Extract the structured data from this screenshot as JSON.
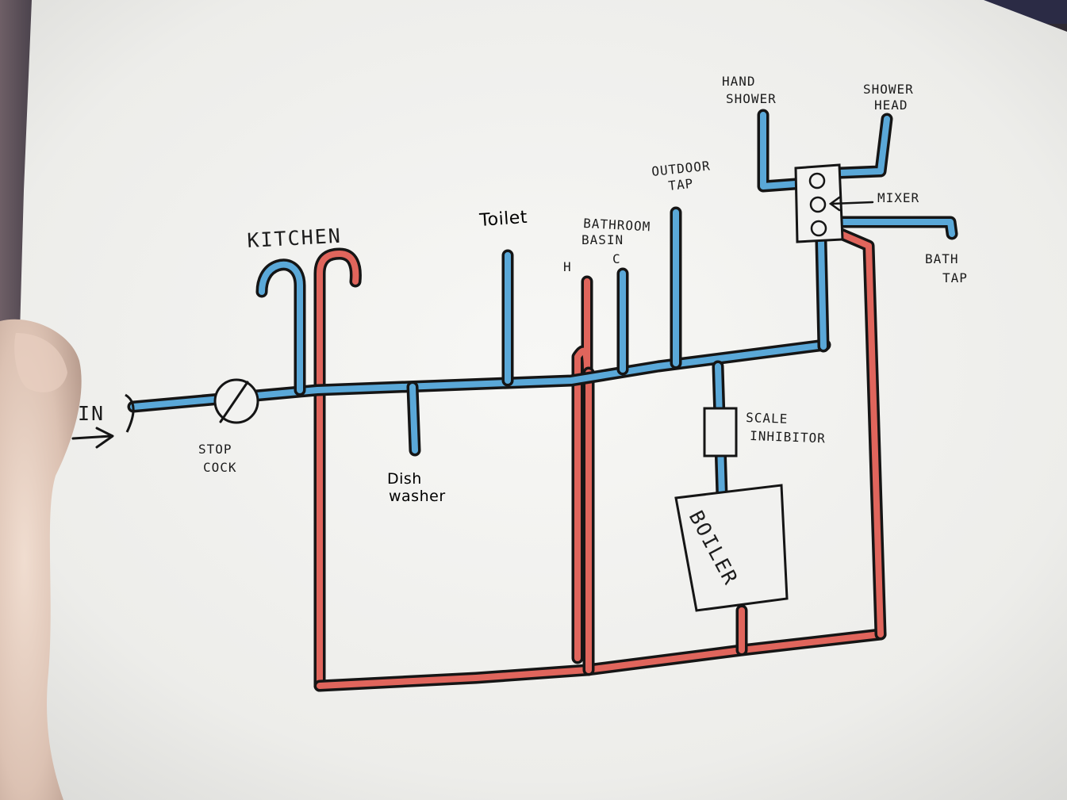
{
  "colors": {
    "cold_pipe": "#5aa8d8",
    "hot_pipe": "#e0655c",
    "outline": "#151515",
    "paper": "#f4f4f2"
  },
  "labels": {
    "inlet": "IN",
    "stop_cock_1": "STOP",
    "stop_cock_2": "COCK",
    "kitchen": "KITCHEN",
    "dishwasher_1": "Dish",
    "dishwasher_2": "washer",
    "toilet": "Toilet",
    "bathroom_basin_1": "BATHROOM",
    "bathroom_basin_2": "BASIN",
    "basin_hot": "H",
    "basin_cold": "C",
    "outdoor_tap_1": "OUTDOOR",
    "outdoor_tap_2": "TAP",
    "hand_shower_1": "HAND",
    "hand_shower_2": "SHOWER",
    "shower_head_1": "SHOWER",
    "shower_head_2": "HEAD",
    "mixer": "MIXER",
    "bath_tap_1": "BATH",
    "bath_tap_2": "TAP",
    "scale_inhibitor_1": "SCALE",
    "scale_inhibitor_2": "INHIBITOR",
    "boiler": "BOILER"
  }
}
